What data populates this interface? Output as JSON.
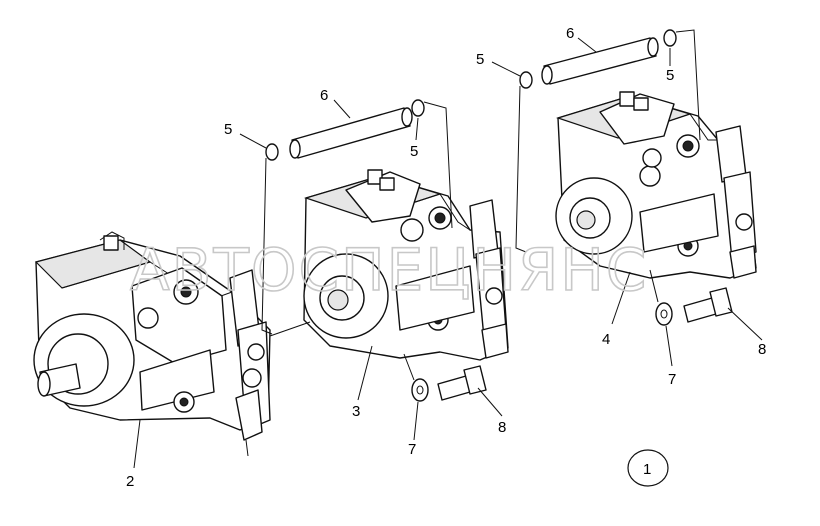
{
  "watermark": "АВТОСПЕЦНЯНС",
  "callouts": {
    "c2": "2",
    "c3": "3",
    "c4": "4",
    "c5a": "5",
    "c5b": "5",
    "c5c": "5",
    "c5d": "5",
    "c6a": "6",
    "c6b": "6",
    "c7a": "7",
    "c7b": "7",
    "c8a": "8",
    "c8b": "8"
  },
  "view_number": "1"
}
